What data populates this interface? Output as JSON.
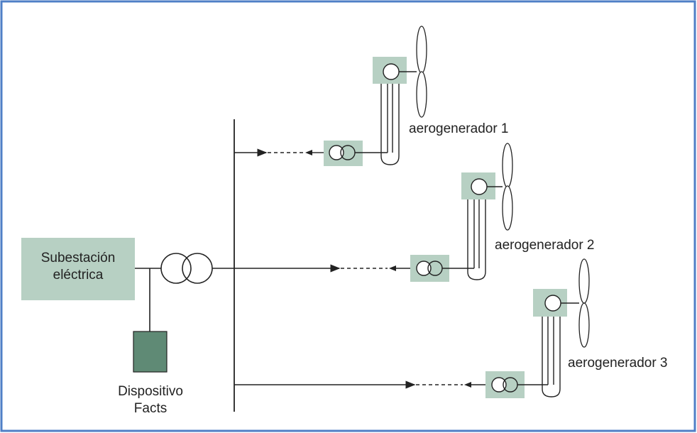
{
  "colors": {
    "frame": "#4f7fc6",
    "box_fill": "#b7d0c3",
    "facts_fill": "#5f8a75",
    "line": "#222222"
  },
  "substation": {
    "line1": "Subestación",
    "line2": "eléctrica"
  },
  "facts": {
    "line1": "Dispositivo",
    "line2": "Facts"
  },
  "turbines": [
    {
      "label": "aerogenerador 1"
    },
    {
      "label": "aerogenerador 2"
    },
    {
      "label": "aerogenerador 3"
    }
  ]
}
